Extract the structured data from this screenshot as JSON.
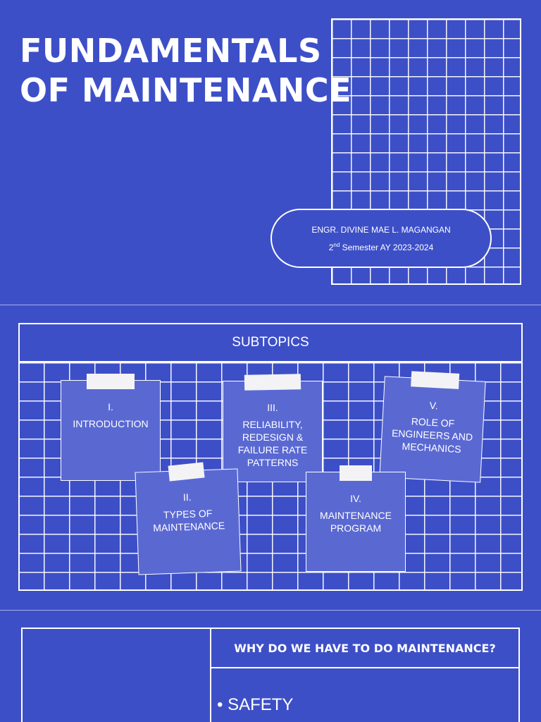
{
  "slide1": {
    "title_line1": "FUNDAMENTALS",
    "title_line2": "OF MAINTENANCE",
    "author": "ENGR. DIVINE MAE L. MAGANGAN",
    "semester_ord_num": "2",
    "semester_ord_sup": "nd",
    "semester_rest": " Semester AY 2023-2024"
  },
  "slide2": {
    "heading": "SUBTOPICS",
    "notes": [
      {
        "num": "I.",
        "label": "INTRODUCTION"
      },
      {
        "num": "II.",
        "label": "TYPES OF MAINTENANCE"
      },
      {
        "num": "III.",
        "label": "RELIABILITY, REDESIGN & FAILURE RATE PATTERNS"
      },
      {
        "num": "IV.",
        "label": "MAINTENANCE PROGRAM"
      },
      {
        "num": "V.",
        "label": "ROLE OF ENGINEERS AND MECHANICS"
      }
    ]
  },
  "slide3": {
    "heading": "WHY DO WE HAVE TO DO MAINTENANCE?",
    "bullet": "• SAFETY"
  },
  "colors": {
    "background": "#3d4fc7",
    "note": "#5a69d2",
    "line": "#ffffff"
  }
}
